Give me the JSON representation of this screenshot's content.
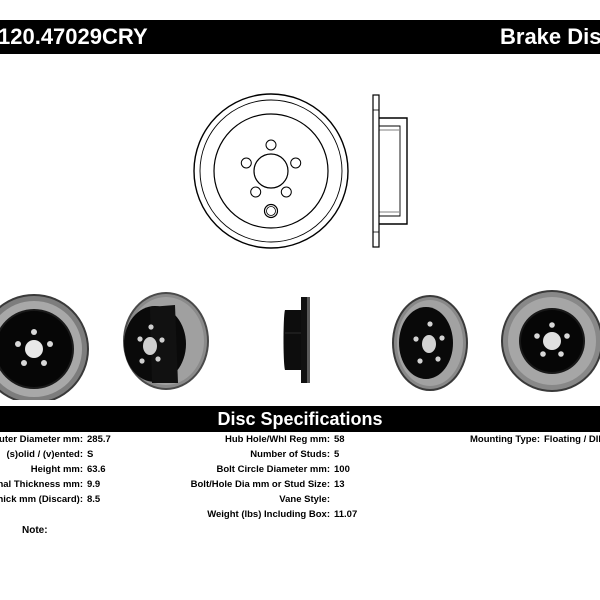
{
  "header": {
    "part_number": "120.47029CRY",
    "title": "Brake Disc"
  },
  "specs": {
    "title": "Disc Specifications",
    "column1": [
      {
        "label": "Outer Diameter mm:",
        "value": "285.7"
      },
      {
        "label": "(s)olid / (v)ented:",
        "value": "S"
      },
      {
        "label": "Height mm:",
        "value": "63.6"
      },
      {
        "label": "Nominal Thickness mm:",
        "value": "9.9"
      },
      {
        "label": "Min Thick mm (Discard):",
        "value": "8.5"
      }
    ],
    "column2": [
      {
        "label": "Hub Hole/Whl Reg mm:",
        "value": "58"
      },
      {
        "label": "Number of Studs:",
        "value": "5"
      },
      {
        "label": "Bolt Circle Diameter mm:",
        "value": "100"
      },
      {
        "label": "Bolt/Hole Dia mm or Stud Size:",
        "value": "13"
      },
      {
        "label": "Vane Style:",
        "value": ""
      },
      {
        "label": "Weight (lbs) Including Box:",
        "value": "11.07"
      }
    ],
    "column3": [
      {
        "label": "Mounting Type:",
        "value": "Floating / DIH"
      }
    ]
  },
  "note": {
    "label": "Note:"
  }
}
